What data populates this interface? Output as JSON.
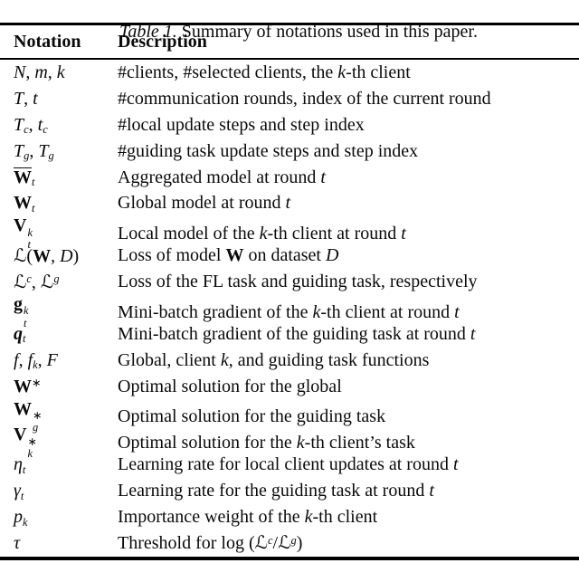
{
  "colors": {
    "background": "#ffffff",
    "text": "#0a0a0a",
    "rule": "#000000"
  },
  "caption": {
    "label": "Table 1.",
    "text": " Summary of notations used in this paper."
  },
  "header": {
    "notation": "Notation",
    "description": "Description"
  },
  "rows": [
    {
      "notation": [
        {
          "t": "N",
          "f": "i"
        },
        {
          "t": ", "
        },
        {
          "t": "m",
          "f": "i"
        },
        {
          "t": ", "
        },
        {
          "t": "k",
          "f": "i"
        }
      ],
      "description": [
        {
          "t": "#clients, #selected clients, the "
        },
        {
          "t": "k",
          "f": "i"
        },
        {
          "t": "-th client"
        }
      ]
    },
    {
      "notation": [
        {
          "t": "T",
          "f": "i"
        },
        {
          "t": ", "
        },
        {
          "t": "t",
          "f": "i"
        }
      ],
      "description": [
        {
          "t": "#communication rounds, index of the current round"
        }
      ]
    },
    {
      "notation": [
        {
          "t": "T",
          "f": "i",
          "sub": {
            "t": "c",
            "f": "i"
          }
        },
        {
          "t": ", "
        },
        {
          "t": "t",
          "f": "i",
          "sub": {
            "t": "c",
            "f": "i"
          }
        }
      ],
      "description": [
        {
          "t": "#local update steps and step index"
        }
      ]
    },
    {
      "notation": [
        {
          "t": "T",
          "f": "i",
          "sub": {
            "t": "g",
            "f": "i"
          }
        },
        {
          "t": ", "
        },
        {
          "t": "T",
          "f": "i",
          "sub": {
            "t": "g",
            "f": "i"
          }
        }
      ],
      "description": [
        {
          "t": "#guiding task update steps and step index"
        }
      ]
    },
    {
      "notation": [
        {
          "t": "W",
          "f": "b",
          "bar": true,
          "sub": {
            "t": "t",
            "f": "i"
          }
        }
      ],
      "description": [
        {
          "t": "Aggregated model at round "
        },
        {
          "t": "t",
          "f": "i"
        }
      ]
    },
    {
      "notation": [
        {
          "t": "W",
          "f": "b",
          "sub": {
            "t": "t",
            "f": "i"
          }
        }
      ],
      "description": [
        {
          "t": "Global model at round "
        },
        {
          "t": "t",
          "f": "i"
        }
      ]
    },
    {
      "notation": [
        {
          "t": "V",
          "f": "b",
          "sup": {
            "t": "k",
            "f": "i"
          },
          "sub": {
            "t": "t",
            "f": "i"
          }
        }
      ],
      "description": [
        {
          "t": "Local model of the "
        },
        {
          "t": "k",
          "f": "i"
        },
        {
          "t": "-th client at round "
        },
        {
          "t": "t",
          "f": "i"
        }
      ]
    },
    {
      "notation": [
        {
          "t": "ℒ",
          "f": "cal"
        },
        {
          "t": "("
        },
        {
          "t": "W",
          "f": "b"
        },
        {
          "t": ", "
        },
        {
          "t": "D",
          "f": "i"
        },
        {
          "t": ")"
        }
      ],
      "description": [
        {
          "t": "Loss of model "
        },
        {
          "t": "W",
          "f": "b"
        },
        {
          "t": " on dataset "
        },
        {
          "t": "D",
          "f": "i"
        }
      ]
    },
    {
      "notation": [
        {
          "t": "ℒ",
          "f": "cal",
          "sup": {
            "t": "c",
            "f": "i"
          }
        },
        {
          "t": ", "
        },
        {
          "t": "ℒ",
          "f": "cal",
          "sup": {
            "t": "g",
            "f": "i"
          }
        }
      ],
      "description": [
        {
          "t": "Loss of the FL task and guiding task, respectively"
        }
      ]
    },
    {
      "notation": [
        {
          "t": "g",
          "f": "b",
          "sup": {
            "t": "k",
            "f": "i"
          },
          "sub": {
            "t": "t",
            "f": "i"
          }
        }
      ],
      "description": [
        {
          "t": "Mini-batch gradient of the "
        },
        {
          "t": "k",
          "f": "i"
        },
        {
          "t": "-th client at round "
        },
        {
          "t": "t",
          "f": "i"
        }
      ]
    },
    {
      "notation": [
        {
          "t": "q",
          "f": "bi",
          "sub": {
            "t": "t",
            "f": "i"
          }
        }
      ],
      "description": [
        {
          "t": "Mini-batch gradient of the guiding task at round "
        },
        {
          "t": "t",
          "f": "i"
        }
      ]
    },
    {
      "notation": [
        {
          "t": "f",
          "f": "i"
        },
        {
          "t": ", "
        },
        {
          "t": "f",
          "f": "i",
          "sub": {
            "t": "k",
            "f": "i"
          }
        },
        {
          "t": ", "
        },
        {
          "t": "F",
          "f": "i"
        }
      ],
      "description": [
        {
          "t": "Global, client "
        },
        {
          "t": "k",
          "f": "i"
        },
        {
          "t": ", and guiding task functions"
        }
      ]
    },
    {
      "notation": [
        {
          "t": "W",
          "f": "b",
          "sup": {
            "t": "∗"
          }
        }
      ],
      "description": [
        {
          "t": "Optimal solution for the global"
        }
      ]
    },
    {
      "notation": [
        {
          "t": "W",
          "f": "b",
          "sup": {
            "t": "∗"
          },
          "sub": {
            "t": "g",
            "f": "i"
          }
        }
      ],
      "description": [
        {
          "t": "Optimal solution for the guiding task"
        }
      ]
    },
    {
      "notation": [
        {
          "t": "V",
          "f": "b",
          "sup": {
            "t": "∗"
          },
          "sub": {
            "t": "k",
            "f": "i"
          }
        }
      ],
      "description": [
        {
          "t": "Optimal solution for the "
        },
        {
          "t": "k",
          "f": "i"
        },
        {
          "t": "-th client’s task"
        }
      ]
    },
    {
      "notation": [
        {
          "t": "η",
          "f": "i",
          "sub": {
            "t": "t",
            "f": "i"
          }
        }
      ],
      "description": [
        {
          "t": "Learning rate for local client updates at round "
        },
        {
          "t": "t",
          "f": "i"
        }
      ]
    },
    {
      "notation": [
        {
          "t": "γ",
          "f": "i",
          "sub": {
            "t": "t",
            "f": "i"
          }
        }
      ],
      "description": [
        {
          "t": "Learning rate for the guiding task at round "
        },
        {
          "t": "t",
          "f": "i"
        }
      ]
    },
    {
      "notation": [
        {
          "t": "p",
          "f": "i",
          "sub": {
            "t": "k",
            "f": "i"
          }
        }
      ],
      "description": [
        {
          "t": "Importance weight of the "
        },
        {
          "t": "k",
          "f": "i"
        },
        {
          "t": "-th client"
        }
      ]
    },
    {
      "notation": [
        {
          "t": "τ",
          "f": "i"
        }
      ],
      "description": [
        {
          "t": "Threshold for log ("
        },
        {
          "t": "ℒ",
          "f": "cal",
          "sup": {
            "t": "c",
            "f": "i"
          }
        },
        {
          "t": "/"
        },
        {
          "t": "ℒ",
          "f": "cal",
          "sup": {
            "t": "g",
            "f": "i"
          }
        },
        {
          "t": ")"
        }
      ]
    }
  ]
}
